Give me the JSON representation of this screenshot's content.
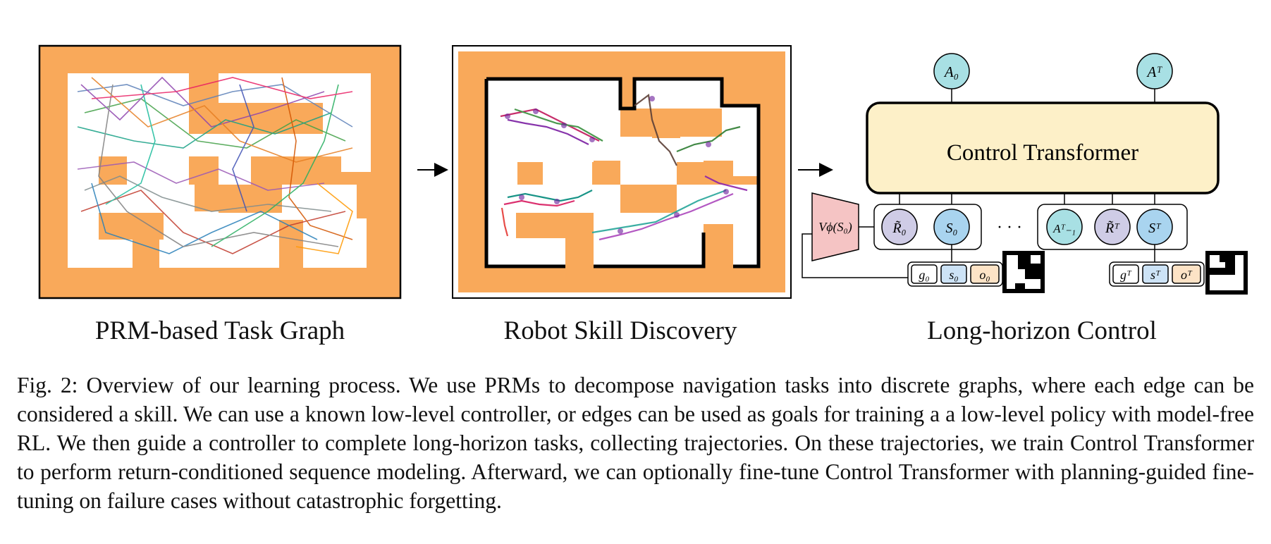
{
  "panels": [
    {
      "label": "PRM-based Task Graph"
    },
    {
      "label": "Robot Skill Discovery"
    },
    {
      "label": "Long-horizon Control"
    }
  ],
  "control_transformer": {
    "title": "Control Transformer",
    "value_fn": "Vϕ(S₀)",
    "outputs": [
      "A₀",
      "Aᵀ"
    ],
    "tokens_first": [
      "R̃₀",
      "S₀"
    ],
    "tokens_last": [
      "Aᵀ₋₁",
      "R̃ᵀ",
      "Sᵀ"
    ],
    "ellipsis": "· · ·",
    "obs_first": [
      "g₀",
      "s₀",
      "o₀"
    ],
    "obs_last": [
      "gᵀ",
      "sᵀ",
      "oᵀ"
    ]
  },
  "colors": {
    "orange": "#f9a95a",
    "transformer_fill": "#fdf0c8",
    "action_fill": "#a8e0e4",
    "reward_fill": "#cfcce6",
    "state_fill": "#a9d4ef",
    "value_fill": "#f5c4c4",
    "obs_s_fill": "#cde3f6",
    "obs_o_fill": "#fde3c6"
  },
  "caption": "Fig. 2: Overview of our learning process. We use PRMs to decompose navigation tasks into discrete graphs, where each edge can be considered a skill. We can use a known low-level controller, or edges can be used as goals for training a a low-level policy with model-free RL. We then guide a controller to complete long-horizon tasks, collecting trajectories. On these trajectories, we train Control Transformer to perform return-conditioned sequence modeling. Afterward, we can optionally fine-tune Control Transformer with planning-guided fine-tuning on failure cases without catastrophic forgetting."
}
